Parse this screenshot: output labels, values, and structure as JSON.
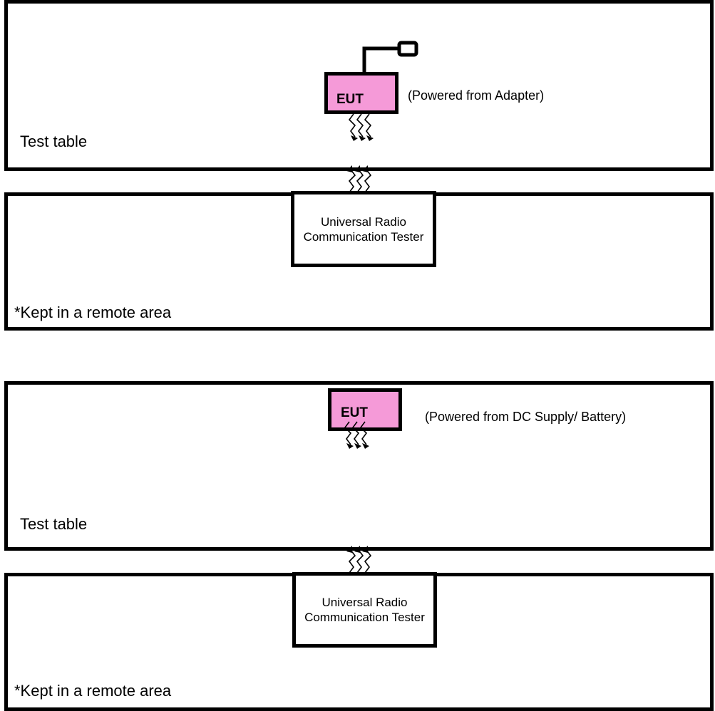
{
  "colors": {
    "eut_fill": "#f59ad8",
    "stroke": "#000000"
  },
  "diagrams": [
    {
      "table_label": "Test table",
      "eut_label": "EUT",
      "power_note": "(Powered from Adapter)",
      "tester_label": "Universal Radio Communication Tester",
      "remote_note": "*Kept in a remote area"
    },
    {
      "table_label": "Test table",
      "eut_label": "EUT",
      "power_note": "(Powered from DC Supply/ Battery)",
      "tester_label": "Universal Radio Communication Tester",
      "remote_note": "*Kept in a remote area"
    }
  ]
}
